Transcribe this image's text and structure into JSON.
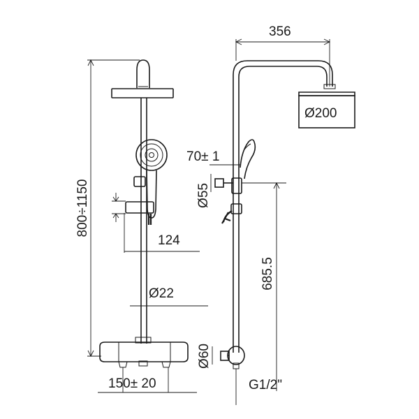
{
  "dimensions": {
    "total_height": "800÷1150",
    "arm_length": "356",
    "head_diameter": "Ø200",
    "holder_offset": "70± 1",
    "holder_diameter": "Ø55",
    "mixer_depth": "124",
    "rail_diameter": "Ø22",
    "inlet_height": "685.5",
    "outlet_diameter": "Ø60",
    "inlet_spacing": "150± 20",
    "thread": "G1/2\""
  },
  "colors": {
    "line": "#1a1a1a",
    "background": "#ffffff"
  }
}
